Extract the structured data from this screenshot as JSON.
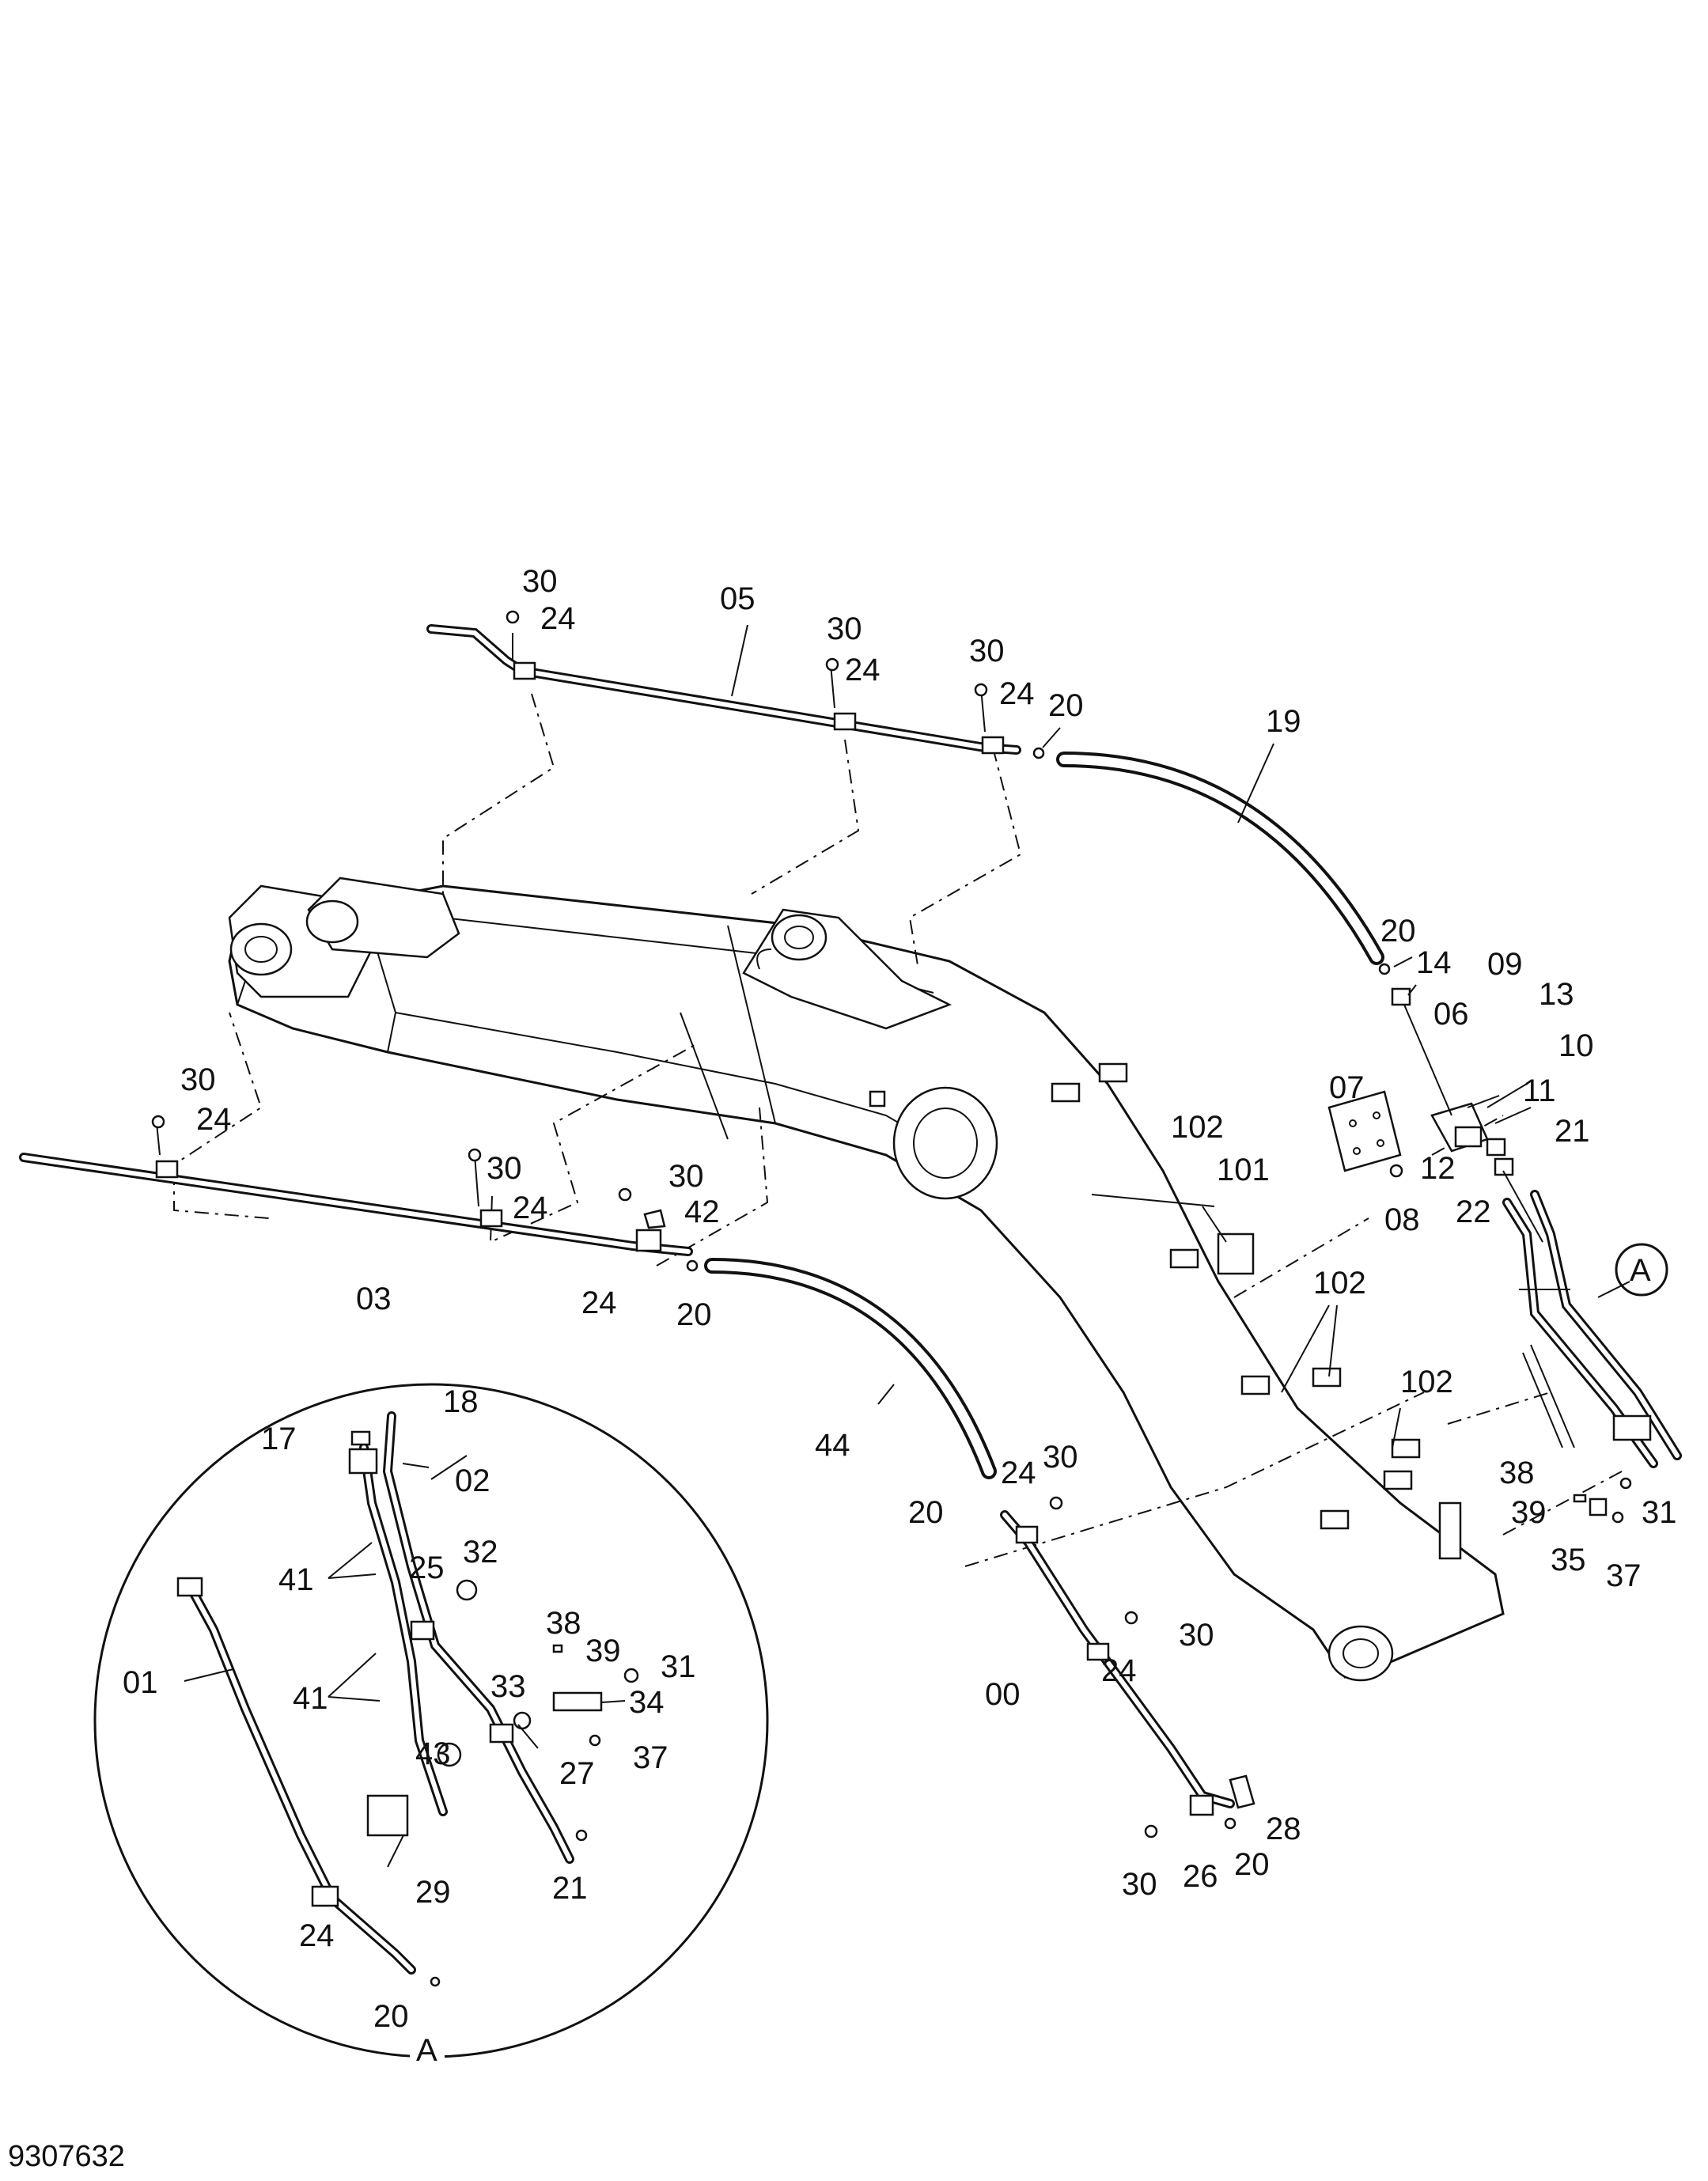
{
  "document": {
    "drawing_number": "9307632"
  },
  "detail": {
    "letter": "A"
  },
  "callouts": {
    "main": [
      {
        "text": "30"
      },
      {
        "text": "24"
      },
      {
        "text": "05"
      },
      {
        "text": "30"
      },
      {
        "text": "24"
      },
      {
        "text": "30"
      },
      {
        "text": "24"
      },
      {
        "text": "20"
      },
      {
        "text": "19"
      },
      {
        "text": "20"
      },
      {
        "text": "14"
      },
      {
        "text": "09"
      },
      {
        "text": "13"
      },
      {
        "text": "06"
      },
      {
        "text": "10"
      },
      {
        "text": "07"
      },
      {
        "text": "11"
      },
      {
        "text": "21"
      },
      {
        "text": "12"
      },
      {
        "text": "22"
      },
      {
        "text": "08"
      },
      {
        "text": "102"
      },
      {
        "text": "101"
      },
      {
        "text": "30"
      },
      {
        "text": "24"
      },
      {
        "text": "30"
      },
      {
        "text": "24"
      },
      {
        "text": "30"
      },
      {
        "text": "42"
      },
      {
        "text": "03"
      },
      {
        "text": "24"
      },
      {
        "text": "20"
      },
      {
        "text": "102"
      },
      {
        "text": "102"
      },
      {
        "text": "44"
      },
      {
        "text": "24"
      },
      {
        "text": "30"
      },
      {
        "text": "20"
      },
      {
        "text": "38"
      },
      {
        "text": "39"
      },
      {
        "text": "31"
      },
      {
        "text": "35"
      },
      {
        "text": "37"
      },
      {
        "text": "30"
      },
      {
        "text": "24"
      },
      {
        "text": "00"
      },
      {
        "text": "28"
      },
      {
        "text": "30"
      },
      {
        "text": "26"
      },
      {
        "text": "20"
      }
    ],
    "detail": [
      {
        "text": "18"
      },
      {
        "text": "17"
      },
      {
        "text": "02"
      },
      {
        "text": "41"
      },
      {
        "text": "25"
      },
      {
        "text": "32"
      },
      {
        "text": "41"
      },
      {
        "text": "38"
      },
      {
        "text": "39"
      },
      {
        "text": "31"
      },
      {
        "text": "33"
      },
      {
        "text": "34"
      },
      {
        "text": "01"
      },
      {
        "text": "43"
      },
      {
        "text": "37"
      },
      {
        "text": "27"
      },
      {
        "text": "29"
      },
      {
        "text": "21"
      },
      {
        "text": "24"
      },
      {
        "text": "20"
      }
    ]
  }
}
